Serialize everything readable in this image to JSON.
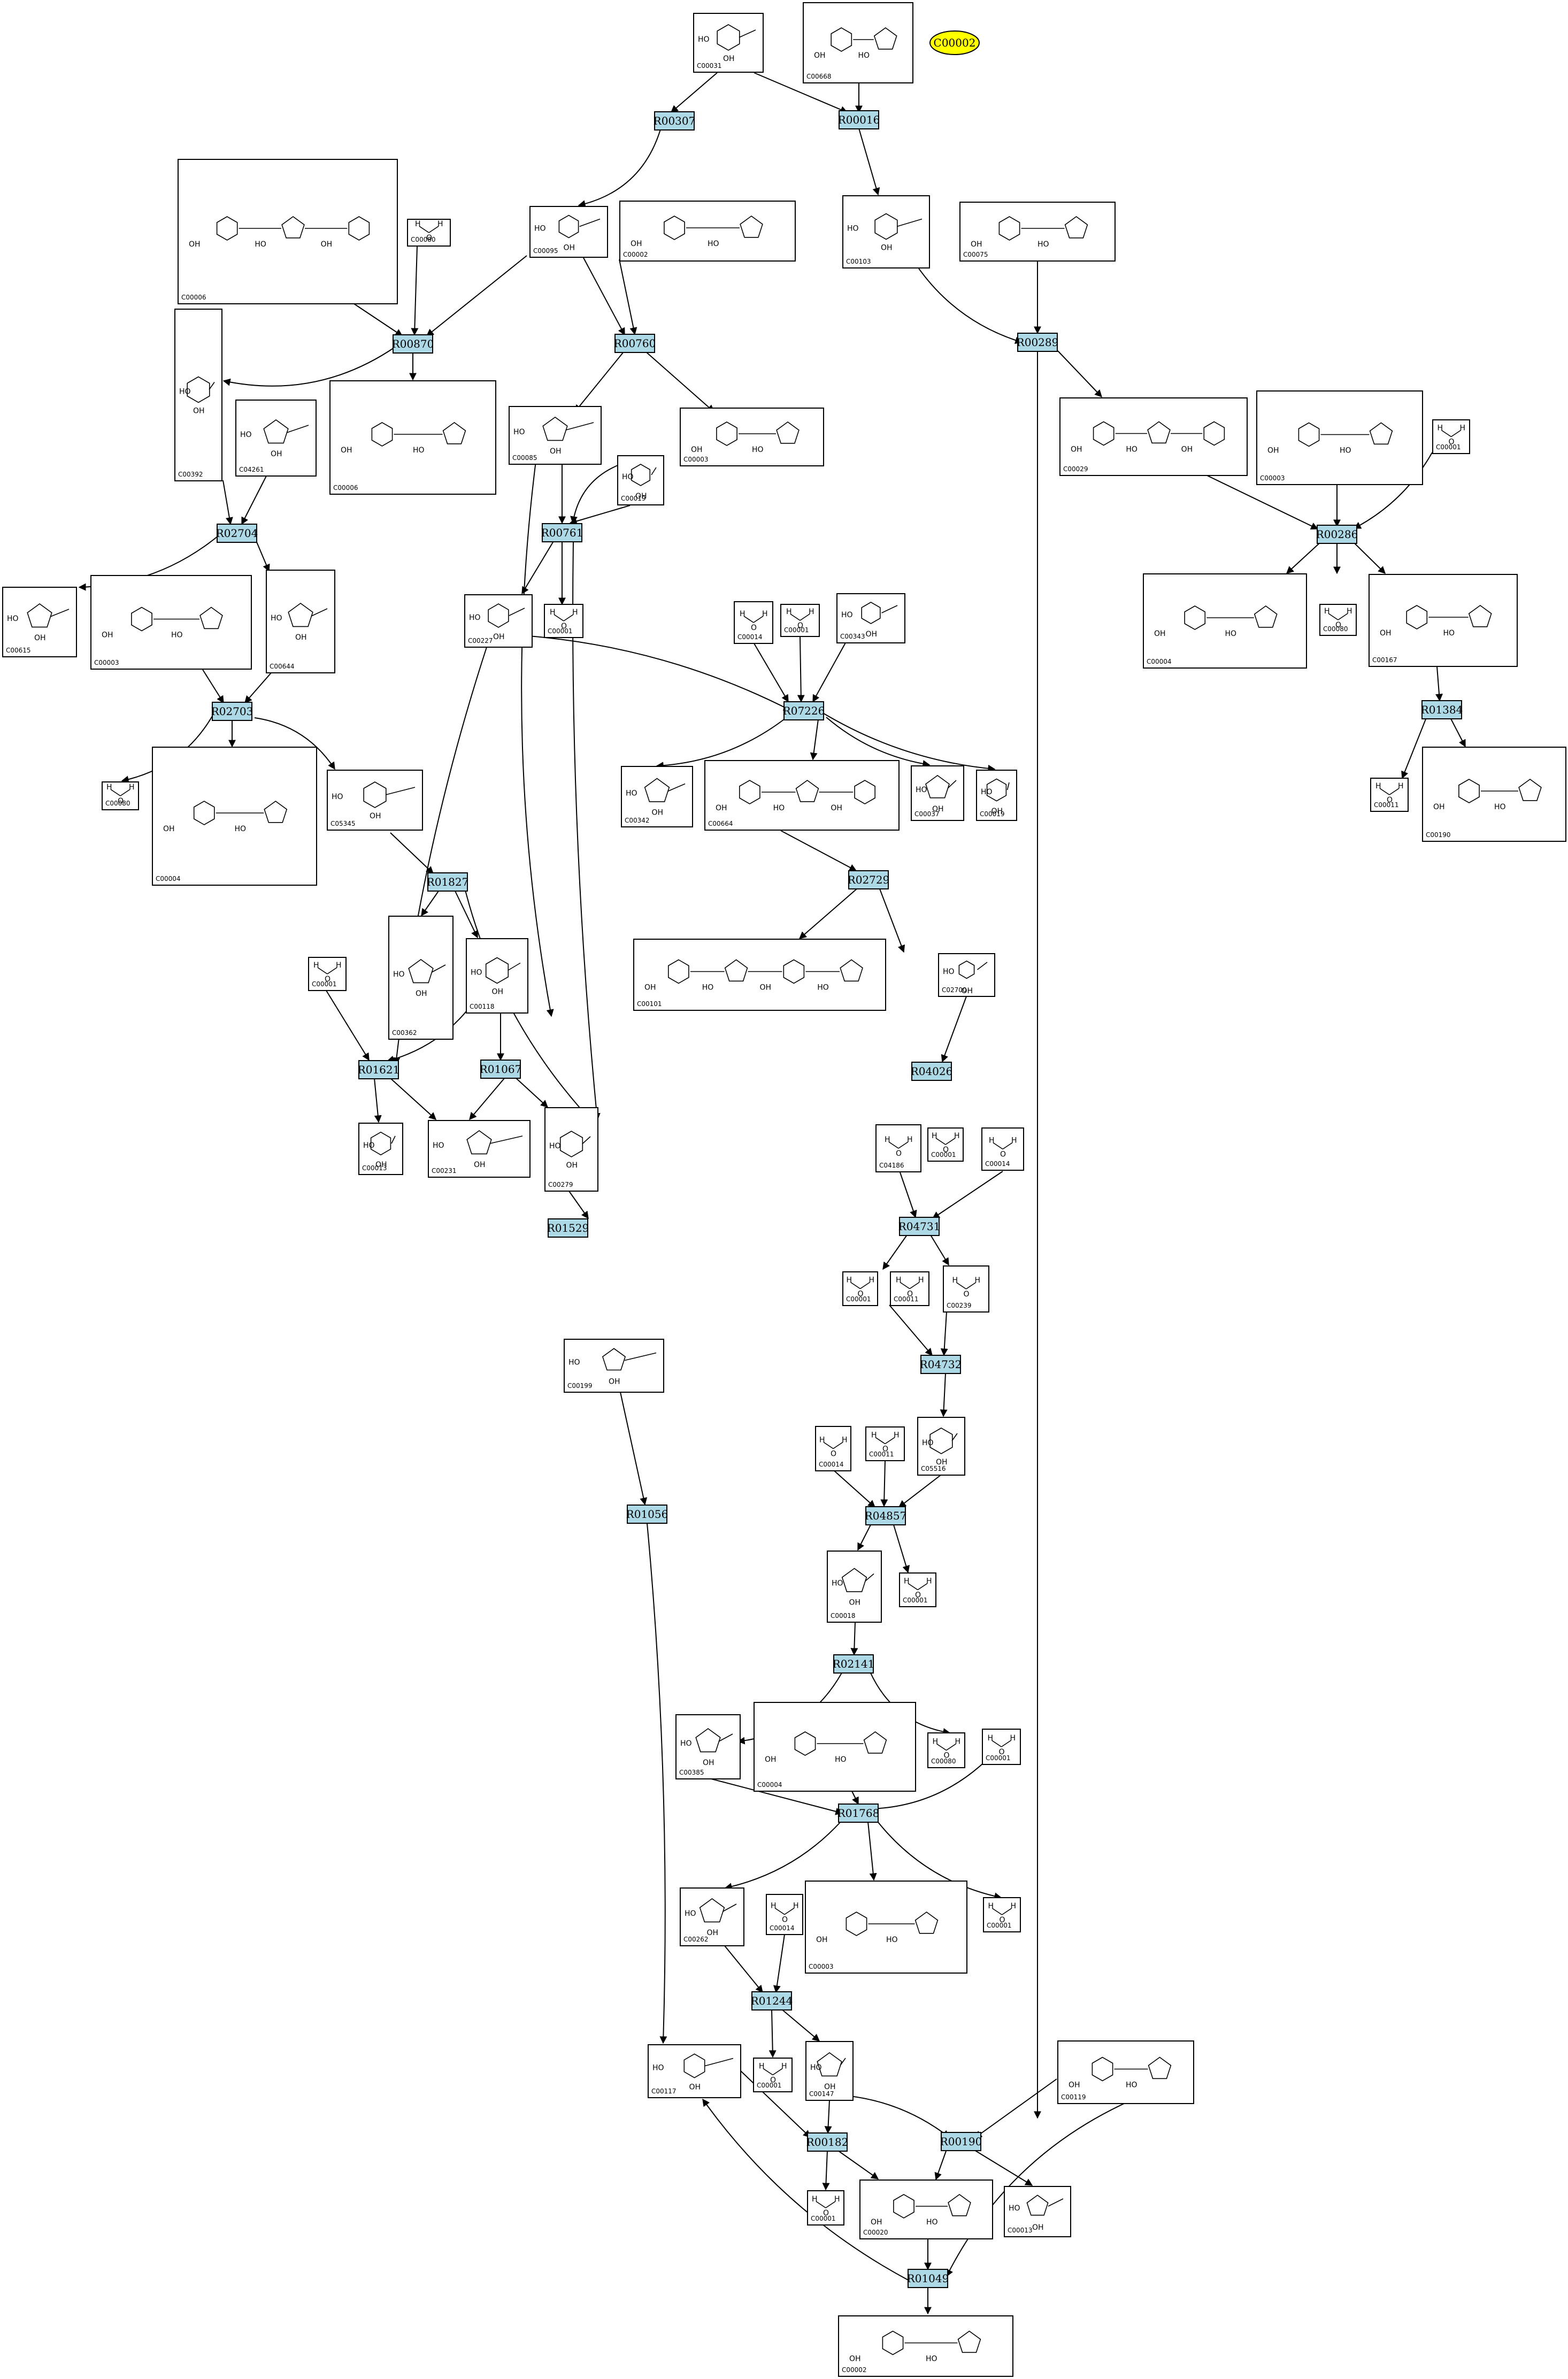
{
  "highlight": {
    "label": "C00002",
    "color": "#ffff00"
  },
  "colors": {
    "reaction_fill": "#add8e6",
    "compound_fill": "#ffffff",
    "stroke": "#000000"
  },
  "compounds": [
    {
      "id": "C00031"
    },
    {
      "id": "C00668"
    },
    {
      "id": "C00006"
    },
    {
      "id": "C00080"
    },
    {
      "id": "C00095"
    },
    {
      "id": "C00002"
    },
    {
      "id": "C00103"
    },
    {
      "id": "C00075"
    },
    {
      "id": "C00392"
    },
    {
      "id": "C04261"
    },
    {
      "id": "C00006"
    },
    {
      "id": "C00085"
    },
    {
      "id": "C00019"
    },
    {
      "id": "C00003"
    },
    {
      "id": "C00029"
    },
    {
      "id": "C00003"
    },
    {
      "id": "C00001"
    },
    {
      "id": "C00615"
    },
    {
      "id": "C00003"
    },
    {
      "id": "C00644"
    },
    {
      "id": "C00227"
    },
    {
      "id": "C00001"
    },
    {
      "id": "C00014"
    },
    {
      "id": "C00001"
    },
    {
      "id": "C00343"
    },
    {
      "id": "C00004"
    },
    {
      "id": "C00080"
    },
    {
      "id": "C00167"
    },
    {
      "id": "C00080"
    },
    {
      "id": "C00004"
    },
    {
      "id": "C05345"
    },
    {
      "id": "C00342"
    },
    {
      "id": "C00664"
    },
    {
      "id": "C00037"
    },
    {
      "id": "C00019"
    },
    {
      "id": "C00011"
    },
    {
      "id": "C00190"
    },
    {
      "id": "C00362"
    },
    {
      "id": "C00118"
    },
    {
      "id": "C00101"
    },
    {
      "id": "C02700"
    },
    {
      "id": "C00001"
    },
    {
      "id": "C00013"
    },
    {
      "id": "C00231"
    },
    {
      "id": "C00279"
    },
    {
      "id": "C04186"
    },
    {
      "id": "C00001"
    },
    {
      "id": "C00014"
    },
    {
      "id": "C00001"
    },
    {
      "id": "C00011"
    },
    {
      "id": "C00239"
    },
    {
      "id": "C00199"
    },
    {
      "id": "C00014"
    },
    {
      "id": "C00011"
    },
    {
      "id": "C05516"
    },
    {
      "id": "C00018"
    },
    {
      "id": "C00001"
    },
    {
      "id": "C00385"
    },
    {
      "id": "C00004"
    },
    {
      "id": "C00080"
    },
    {
      "id": "C00001"
    },
    {
      "id": "C00262"
    },
    {
      "id": "C00014"
    },
    {
      "id": "C00003"
    },
    {
      "id": "C00001"
    },
    {
      "id": "C00001"
    },
    {
      "id": "C00117"
    },
    {
      "id": "C00147"
    },
    {
      "id": "C00119"
    },
    {
      "id": "C00001"
    },
    {
      "id": "C00020"
    },
    {
      "id": "C00013"
    },
    {
      "id": "C00002"
    }
  ],
  "reactions": [
    {
      "id": "R00307"
    },
    {
      "id": "R00016"
    },
    {
      "id": "R00870"
    },
    {
      "id": "R00760"
    },
    {
      "id": "R00289"
    },
    {
      "id": "R02704"
    },
    {
      "id": "R00761"
    },
    {
      "id": "R00286"
    },
    {
      "id": "R02703"
    },
    {
      "id": "R07226"
    },
    {
      "id": "R01384"
    },
    {
      "id": "R01827"
    },
    {
      "id": "R02729"
    },
    {
      "id": "R01621"
    },
    {
      "id": "R01067"
    },
    {
      "id": "R04026"
    },
    {
      "id": "R01529"
    },
    {
      "id": "R04731"
    },
    {
      "id": "R04732"
    },
    {
      "id": "R01056"
    },
    {
      "id": "R04857"
    },
    {
      "id": "R02141"
    },
    {
      "id": "R01768"
    },
    {
      "id": "R01244"
    },
    {
      "id": "R00182"
    },
    {
      "id": "R00190"
    },
    {
      "id": "R01049"
    }
  ]
}
